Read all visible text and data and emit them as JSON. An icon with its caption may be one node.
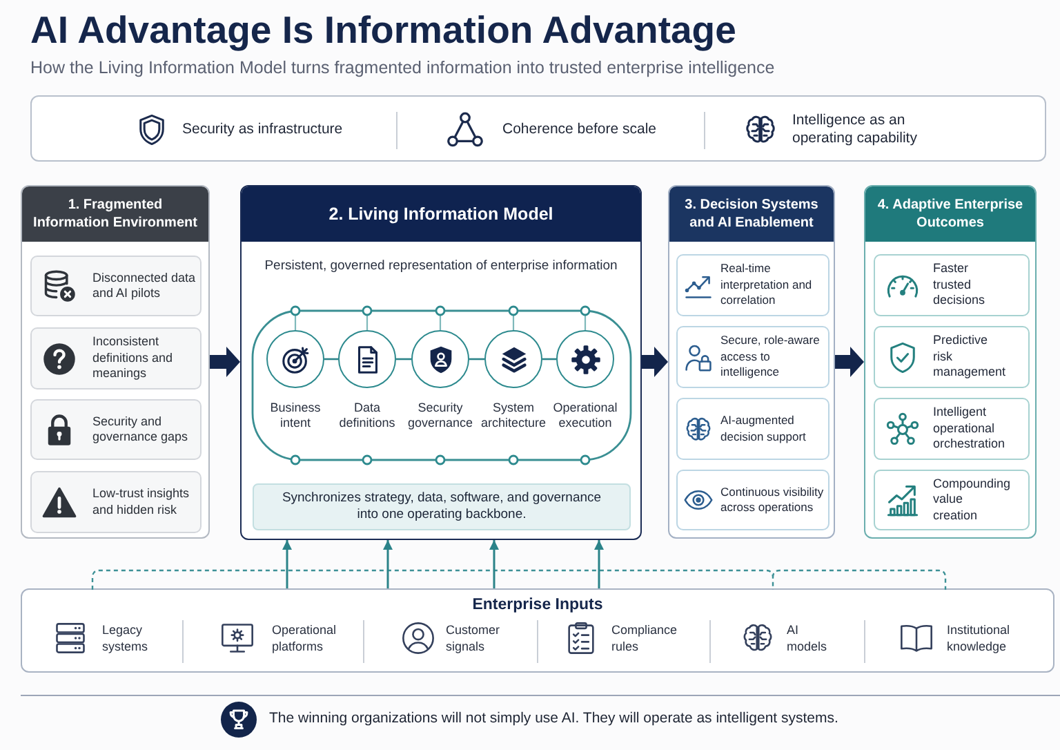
{
  "diagram": {
    "title": "AI Advantage Is Information Advantage",
    "nodes": [
      {
        "text": [
          "Security as infrastructure",
          "Coherence before scale",
          "Intelligence as an operating capability"
        ]
      },
      {
        "text": [
          "1. Fragmented Information Environment"
        ]
      },
      {
        "text": [
          "Disconnected data and AI pilots"
        ],
        "in": 1
      },
      {
        "text": [
          "Inconsistent definitions and meanings"
        ],
        "in": 1
      },
      {
        "text": [
          "Security and governance gaps"
        ],
        "in": 1
      },
      {
        "text": [
          "Low-trust insights and hidden risk"
        ],
        "in": 1
      },
      {
        "text": [
          "2. Living Information Model",
          "Persistent, governed representation of enterprise information"
        ]
      },
      {
        "text": [],
        "shape": "circle",
        "beside": [
          "Business intent"
        ],
        "in": 6
      },
      {
        "text": [],
        "shape": "circle",
        "beside": [
          "Data definitions"
        ],
        "in": 6
      },
      {
        "text": [],
        "shape": "circle",
        "beside": [
          "Security governance"
        ],
        "in": 6
      },
      {
        "text": [],
        "shape": "circle",
        "beside": [
          "System architecture"
        ],
        "in": 6
      },
      {
        "text": [],
        "shape": "circle",
        "beside": [
          "Operational execution"
        ],
        "in": 6
      },
      {
        "text": [
          "Synchronizes strategy, data, software, and governance into one operating backbone."
        ],
        "in": 6
      },
      {
        "text": [
          "3. Decision Systems and AI Enablement"
        ]
      },
      {
        "text": [
          "Real-time interpretation and correlation"
        ],
        "in": 13
      },
      {
        "text": [
          "Secure, role-aware access to intelligence"
        ],
        "in": 13
      },
      {
        "text": [
          "AI-augmented decision support"
        ],
        "in": 13
      },
      {
        "text": [
          "Continuous visibility across operations"
        ],
        "in": 13
      },
      {
        "text": [
          "4. Adaptive Enterprise Outcomes"
        ]
      },
      {
        "text": [
          "Faster trusted decisions"
        ],
        "in": 18
      },
      {
        "text": [
          "Predictive risk management"
        ],
        "in": 18
      },
      {
        "text": [
          "Intelligent operational orchestration"
        ],
        "in": 18
      },
      {
        "text": [
          "Compounding value creation"
        ],
        "in": 18
      },
      {
        "text": [
          "Enterprise Inputs",
          "Legacy systems",
          "Operational platforms",
          "Customer signals",
          "Compliance rules",
          "AI models",
          "Institutional knowledge"
        ]
      }
    ],
    "edges": [
      {
        "from": 1,
        "to": 6,
        "arrow": "to",
        "style": "thick",
        "color": "#13254b"
      },
      {
        "from": 6,
        "to": 13,
        "arrow": "to",
        "style": "thick",
        "color": "#13254b"
      },
      {
        "from": 13,
        "to": 18,
        "arrow": "to",
        "style": "thick",
        "color": "#13254b"
      },
      {
        "from": 7,
        "to": 8,
        "arrow": "none"
      },
      {
        "from": 8,
        "to": 9,
        "arrow": "none"
      },
      {
        "from": 9,
        "to": 10,
        "arrow": "none"
      },
      {
        "from": 10,
        "to": 11,
        "arrow": "none"
      },
      {
        "from": 23,
        "to": 6,
        "arrow": "to"
      },
      {
        "from": 23,
        "to": 6,
        "arrow": "to"
      },
      {
        "from": 23,
        "to": 6,
        "arrow": "to"
      },
      {
        "from": 23,
        "to": 6,
        "arrow": "to"
      }
    ],
    "labels": [
      "How the Living Information Model turns fragmented information into trusted enterprise intelligence",
      "The winning organizations will not simply use AI. They will operate as intelligent systems."
    ]
  }
}
